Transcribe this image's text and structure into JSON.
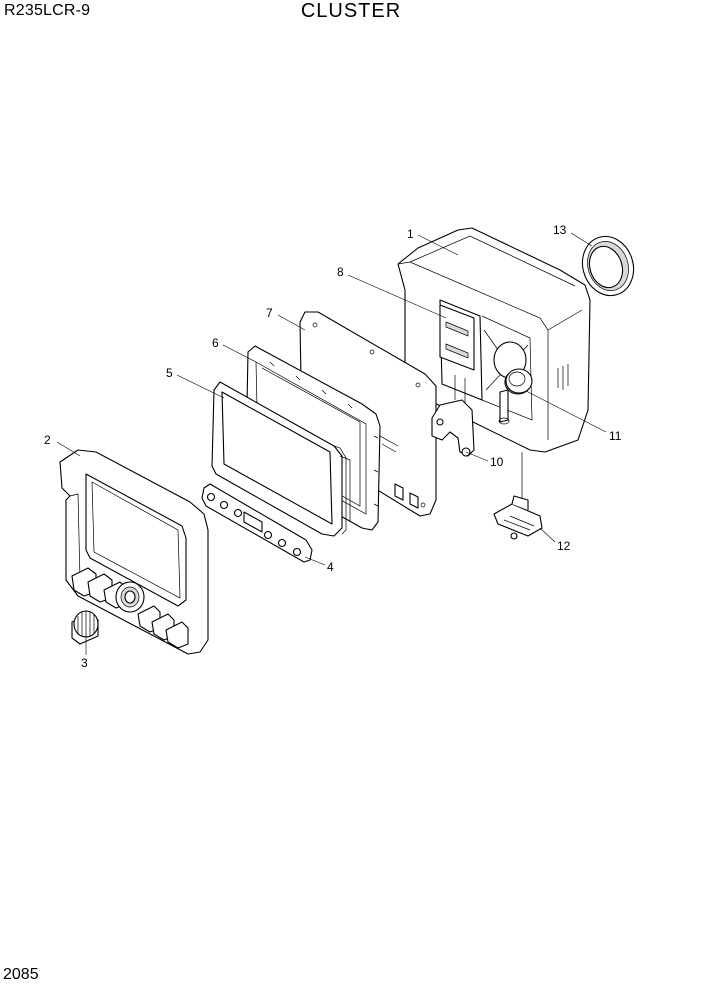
{
  "header": {
    "model": "R235LCR-9",
    "title": "CLUSTER"
  },
  "footer": {
    "page": "2085"
  },
  "callouts": [
    {
      "id": "c1",
      "label": "1"
    },
    {
      "id": "c2",
      "label": "2"
    },
    {
      "id": "c3",
      "label": "3"
    },
    {
      "id": "c4",
      "label": "4"
    },
    {
      "id": "c5",
      "label": "5"
    },
    {
      "id": "c6",
      "label": "6"
    },
    {
      "id": "c7",
      "label": "7"
    },
    {
      "id": "c8",
      "label": "8"
    },
    {
      "id": "c10",
      "label": "10"
    },
    {
      "id": "c11",
      "label": "11"
    },
    {
      "id": "c12",
      "label": "12"
    },
    {
      "id": "c13",
      "label": "13"
    }
  ]
}
